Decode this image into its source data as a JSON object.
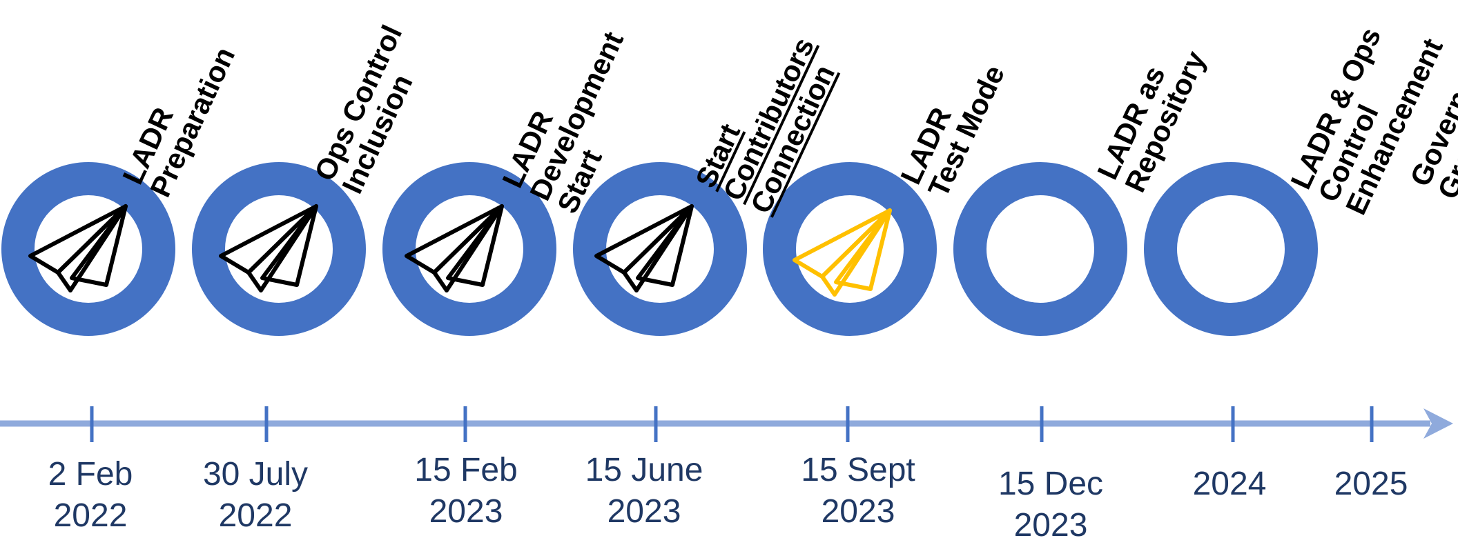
{
  "colors": {
    "ring": "#4472c4",
    "axis": "#8faadc",
    "tick": "#4472c4",
    "plane_done": "#000000",
    "plane_current": "#ffc000",
    "date_text": "#1f3864",
    "label_text": "#000000"
  },
  "milestones": [
    {
      "label_lines": [
        "LADR",
        "Preparation"
      ],
      "date_lines": [
        "2 Feb",
        "2022"
      ],
      "status": "done",
      "icon": "paper-plane-icon"
    },
    {
      "label_lines": [
        "Ops Control",
        "Inclusion"
      ],
      "date_lines": [
        "30 July",
        "2022"
      ],
      "status": "done",
      "icon": "paper-plane-icon"
    },
    {
      "label_lines": [
        "LADR",
        "Development",
        "Start"
      ],
      "date_lines": [
        "15 Feb",
        "2023"
      ],
      "status": "done",
      "icon": "paper-plane-icon"
    },
    {
      "label_lines": [
        "Start",
        "Contributors",
        "Connection"
      ],
      "date_lines": [
        "15 June",
        "2023"
      ],
      "status": "done",
      "icon": "paper-plane-icon",
      "underlined": true
    },
    {
      "label_lines": [
        "LADR",
        "Test Mode"
      ],
      "date_lines": [
        "15 Sept",
        "2023"
      ],
      "status": "current",
      "icon": "paper-plane-icon"
    },
    {
      "label_lines": [
        "LADR as",
        "Repository"
      ],
      "date_lines": [
        "15 Dec",
        "2023"
      ],
      "status": "planned",
      "icon": ""
    },
    {
      "label_lines": [
        "LADR & Ops",
        "Control",
        "Enhancement"
      ],
      "date_lines": [
        "2024"
      ],
      "status": "planned",
      "icon": ""
    },
    {
      "label_lines": [
        "Governance",
        "Group Input"
      ],
      "date_lines": [
        "2025"
      ],
      "status": "label-only",
      "icon": ""
    }
  ]
}
